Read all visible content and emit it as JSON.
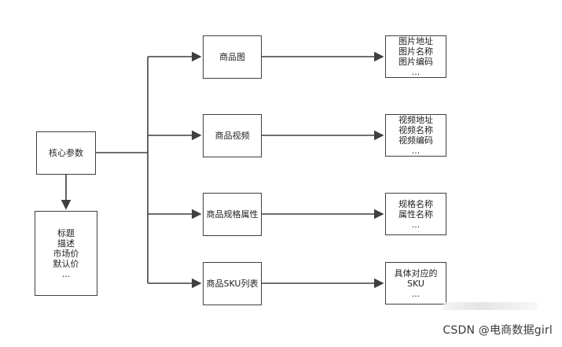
{
  "core": {
    "label": "核心参数"
  },
  "core_detail": {
    "lines": [
      "标题",
      "描述",
      "市场价",
      "默认价",
      "..."
    ]
  },
  "branches": [
    {
      "label": "商品图",
      "details": [
        "图片地址",
        "图片名称",
        "图片编码",
        "..."
      ]
    },
    {
      "label": "商品视频",
      "details": [
        "视频地址",
        "视频名称",
        "视频编码",
        "..."
      ]
    },
    {
      "label": "商品规格属性",
      "details": [
        "规格名称",
        "属性名称",
        "..."
      ]
    },
    {
      "label": "商品SKU列表",
      "details": [
        "具体对应的",
        "SKU",
        "..."
      ]
    }
  ],
  "watermark": "CSDN @电商数据girl",
  "colors": {
    "line": "#3f3f3f",
    "text": "#1f1f1f",
    "background": "#ffffff"
  }
}
